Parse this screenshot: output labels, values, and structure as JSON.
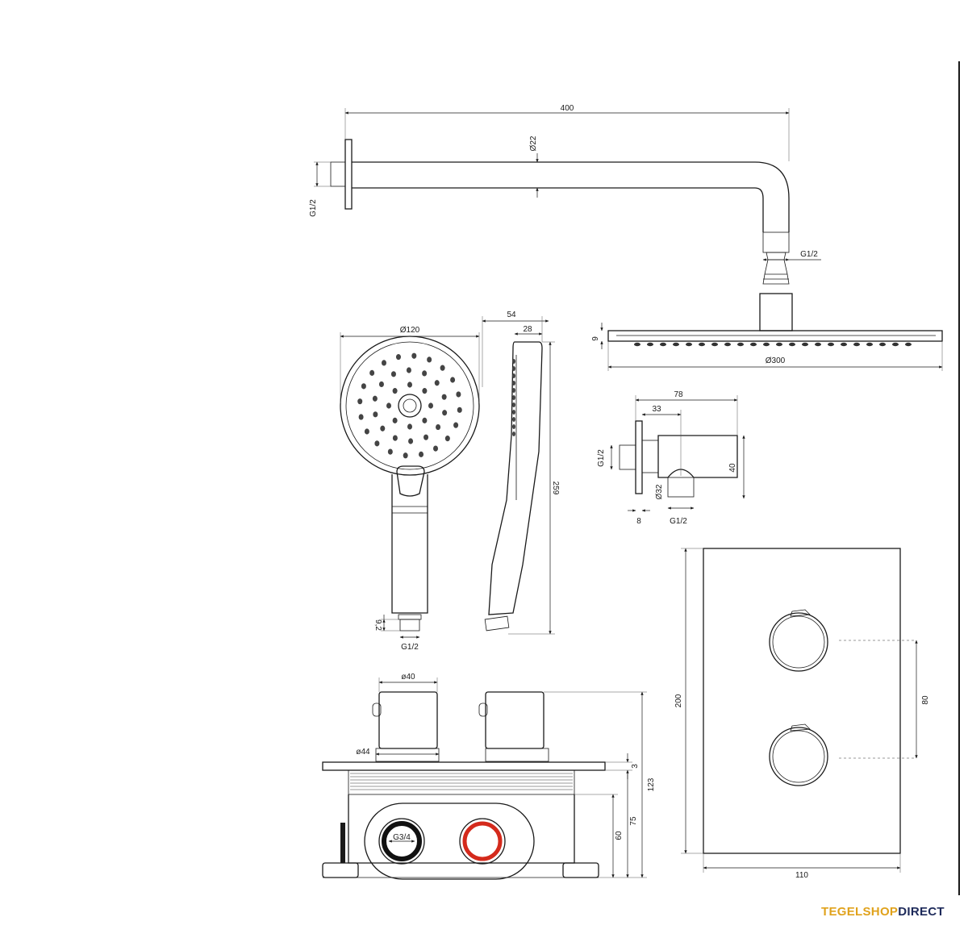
{
  "brand": {
    "part1": "TEGELSHOP",
    "part2": "DIRECT",
    "color1": "#e0a21c",
    "color2": "#1d2a5a"
  },
  "dimensions": {
    "arm_length": "400",
    "arm_diameter": "Ø22",
    "wall_thread": "G1/2",
    "arm_thread": "G1/2",
    "head_height": "9",
    "head_diameter": "Ø300",
    "hand_diameter": "Ø120",
    "hand_depth": "54",
    "hand_tip": "28",
    "hand_length": "259",
    "hand_thread_height": "9,2",
    "hand_thread": "G1/2",
    "outlet_length": "78",
    "outlet_offset": "33",
    "outlet_thread_in": "G1/2",
    "outlet_height": "40",
    "outlet_diameter": "Ø32",
    "outlet_plate": "8",
    "outlet_thread_out": "G1/2",
    "knob_diameter": "ø40",
    "plate_knob_diameter": "ø44",
    "box_height": "123",
    "box_cover": "3",
    "box_depth": "75",
    "box_body": "60",
    "box_inlet": "G3/4",
    "plate_height": "200",
    "plate_width": "110",
    "knob_spacing": "80"
  },
  "colors": {
    "hot_ring": "#d42a1c",
    "cold_ring": "#111111"
  }
}
